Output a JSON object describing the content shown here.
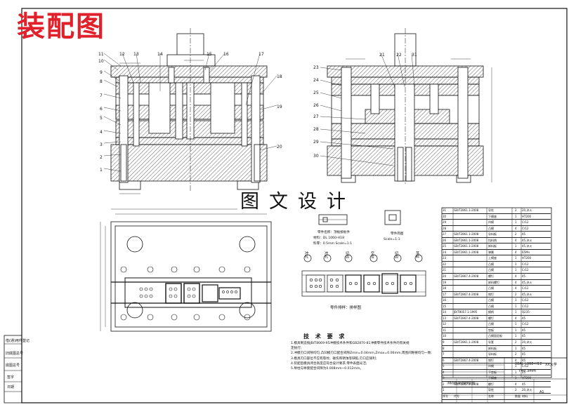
{
  "title": "装配图",
  "watermark": "图文设计",
  "part_numbers_left": [
    "1",
    "2",
    "3",
    "4",
    "5",
    "6",
    "7",
    "8",
    "9",
    "10",
    "11",
    "12",
    "13",
    "14",
    "15",
    "16",
    "17",
    "18",
    "19",
    "20"
  ],
  "part_numbers_right": [
    "21",
    "22",
    "23",
    "24",
    "25",
    "26",
    "27",
    "28",
    "29",
    "30",
    "31"
  ],
  "strip_caption": "零件名称：顶板接板件",
  "strip_material": "材料：DL 1060-H18",
  "strip_thickness": "料厚：0.5mm  Scale=1:1",
  "part_caption": "零件简图",
  "part_scale": "Scale=1:1",
  "layout_caption": "零件排样：排样图",
  "stations": [
    "冲孔",
    "冲孔",
    "切边",
    "空位",
    "切边",
    "落料"
  ],
  "tech_requirements_title": "技 术 要 求",
  "tech_requirements": [
    "1.模具制造按JB/T8069-95冲模技术条件和GB2870-81冲模零件技术条件的有关规",
    "定执行;",
    "2.冲模刃口间隙均匀,凸凹模刃口配合间隙Zmin=0.04mm,Zmax=0.06mm,周围间隙要均匀一致;",
    "3.模具刃口部位不应有裂纹、碰伤和锈蚀等缺陷,刃口应锋利;",
    "4.装配后模具闭合高度应符合设计要求,零件表面光洁;",
    "5.导柱与导套配合间隙为0.008mm~0.012mm。"
  ],
  "bom_rows": [
    {
      "no": "31",
      "std": "GB/T2861.1-2008",
      "name": "导柱",
      "qty": "2",
      "mat": "20,淬火"
    },
    {
      "no": "30",
      "std": "",
      "name": "下模座",
      "qty": "1",
      "mat": "HT200"
    },
    {
      "no": "29",
      "std": "",
      "name": "凹模",
      "qty": "1",
      "mat": "Cr12"
    },
    {
      "no": "28",
      "std": "",
      "name": "凸模",
      "qty": "4",
      "mat": "Cr12"
    },
    {
      "no": "27",
      "std": "GB/T2861.1-2008",
      "name": "导料板",
      "qty": "2",
      "mat": "45"
    },
    {
      "no": "26",
      "std": "GB/T2861.1-2008",
      "name": "挡料销",
      "qty": "4",
      "mat": "45,淬火"
    },
    {
      "no": "25",
      "std": "GB/T2861.1-2008",
      "name": "卸料板",
      "qty": "1",
      "mat": "45,淬火"
    },
    {
      "no": "24",
      "std": "GB/T2861.1-2008",
      "name": "弹簧",
      "qty": "4",
      "mat": "65Mn"
    },
    {
      "no": "23",
      "std": "",
      "name": "上模座",
      "qty": "1",
      "mat": "HT200"
    },
    {
      "no": "22",
      "std": "",
      "name": "凸模",
      "qty": "1",
      "mat": "Cr12"
    },
    {
      "no": "21",
      "std": "",
      "name": "凸模",
      "qty": "1",
      "mat": "Cr12"
    },
    {
      "no": "20",
      "std": "GB/T2867.4-2008",
      "name": "螺钉",
      "qty": "4",
      "mat": "45"
    },
    {
      "no": "19",
      "std": "",
      "name": "卸料螺钉",
      "qty": "4",
      "mat": "45,淬火"
    },
    {
      "no": "18",
      "std": "",
      "name": "凸模",
      "qty": "4",
      "mat": "Cr12"
    },
    {
      "no": "17",
      "std": "GB/T2867.4-2008",
      "name": "销钉",
      "qty": "2",
      "mat": "45,淬火"
    },
    {
      "no": "16",
      "std": "",
      "name": "凸模",
      "qty": "1",
      "mat": "Cr12"
    },
    {
      "no": "15",
      "std": "",
      "name": "凸模",
      "qty": "1",
      "mat": "Cr12"
    },
    {
      "no": "14",
      "std": "JB/T8057.1-1995",
      "name": "模柄",
      "qty": "1",
      "mat": "Q235"
    },
    {
      "no": "13",
      "std": "GB/T2867.4-2008",
      "name": "螺钉",
      "qty": "4",
      "mat": "45"
    },
    {
      "no": "12",
      "std": "",
      "name": "凸模",
      "qty": "1",
      "mat": "Cr12"
    },
    {
      "no": "11",
      "std": "",
      "name": "垫板",
      "qty": "1",
      "mat": "45"
    },
    {
      "no": "10",
      "std": "",
      "name": "凸模固定板",
      "qty": "1",
      "mat": "45"
    },
    {
      "no": "9",
      "std": "GB/T2861.1-2008",
      "name": "导套",
      "qty": "2",
      "mat": "20,淬火"
    },
    {
      "no": "8",
      "std": "",
      "name": "卸料板",
      "qty": "1",
      "mat": "45"
    },
    {
      "no": "7",
      "std": "",
      "name": "导料板",
      "qty": "2",
      "mat": "45"
    },
    {
      "no": "6",
      "std": "GB/T2867.4-2008",
      "name": "销钉",
      "qty": "4",
      "mat": "45"
    },
    {
      "no": "5",
      "std": "",
      "name": "凹模",
      "qty": "1",
      "mat": "Cr12"
    },
    {
      "no": "4",
      "std": "",
      "name": "下垫板",
      "qty": "1",
      "mat": "45"
    },
    {
      "no": "3",
      "std": "",
      "name": "下模座",
      "qty": "1",
      "mat": "HT200"
    },
    {
      "no": "2",
      "std": "GB/T2867.4-2008",
      "name": "螺钉",
      "qty": "4",
      "mat": "45"
    },
    {
      "no": "1",
      "std": "",
      "name": "导柱",
      "qty": "2",
      "mat": "20,淬火"
    },
    {
      "no": "序号",
      "std": "代号",
      "name": "名称",
      "qty": "数量",
      "mat": "材料"
    }
  ],
  "title_block": {
    "material": "08AL L068-H12",
    "thickness": "T=0.3mm",
    "school": "XX大学",
    "drawing_name": "顶板接板级进模装配图",
    "scale": "A1"
  },
  "side_labels": [
    "借(通)用件登记",
    "旧底图总号",
    "底图总号",
    "签字",
    "日期"
  ],
  "colors": {
    "title": "#e0202a",
    "line": "#111111",
    "hatch": "#222222"
  }
}
